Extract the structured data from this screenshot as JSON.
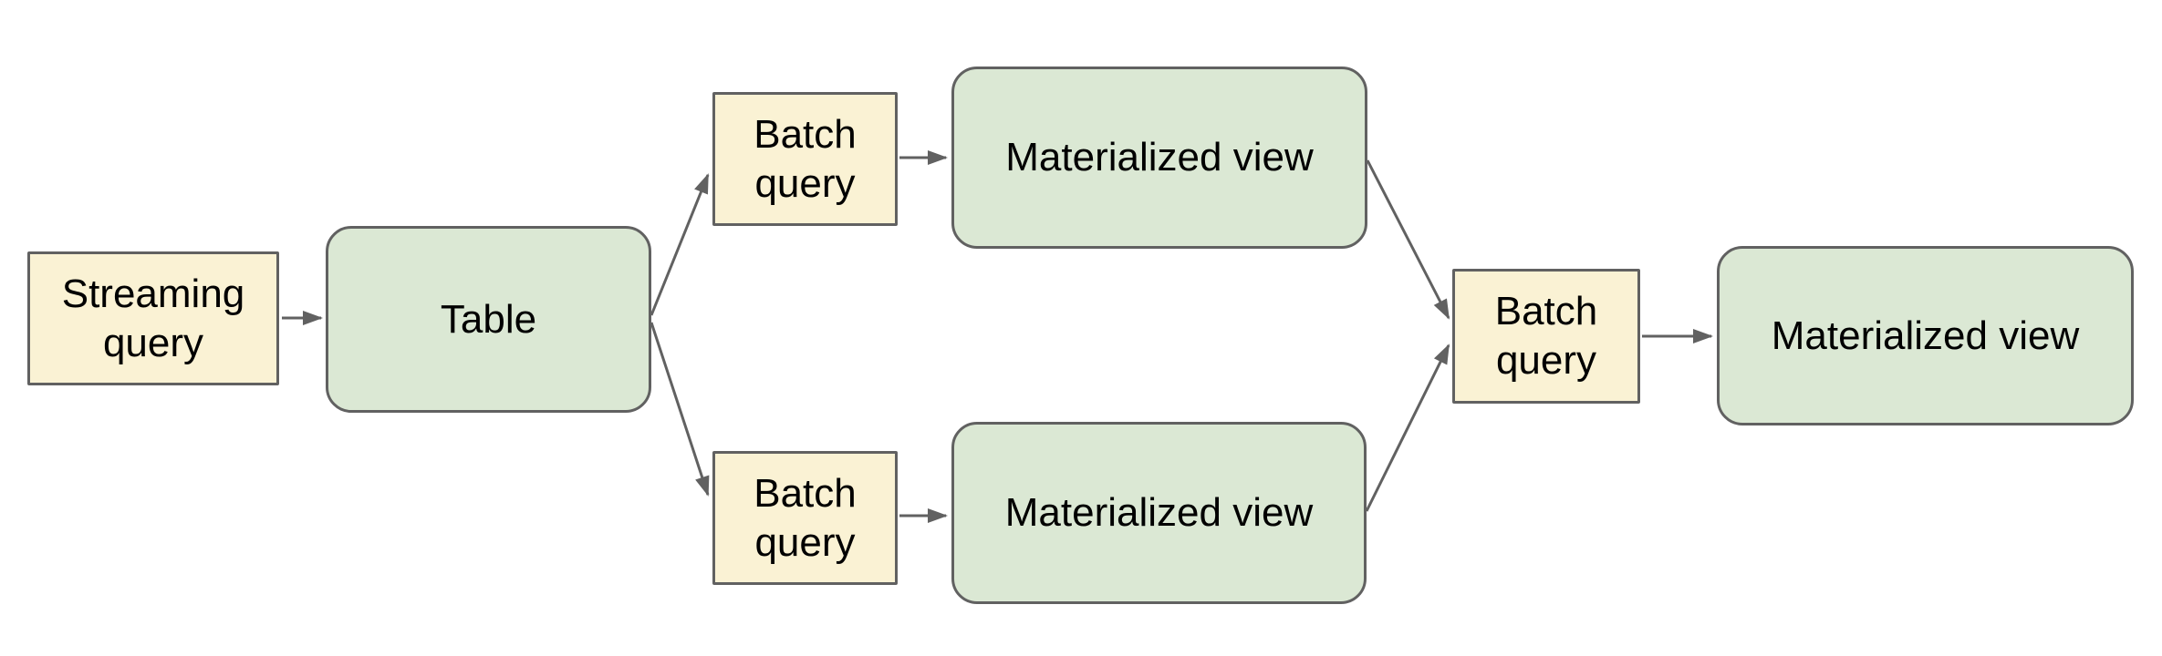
{
  "diagram": {
    "background_color": "#ffffff",
    "colors": {
      "query_node_fill": "#FAF2D4",
      "view_node_fill": "#DBE8D4",
      "node_border": "#616161",
      "connector": "#616161",
      "label_text": "#000000"
    },
    "nodes": [
      {
        "id": "streaming-query",
        "label": "Streaming query",
        "kind": "query"
      },
      {
        "id": "table",
        "label": "Table",
        "kind": "view"
      },
      {
        "id": "batch-query-top",
        "label": "Batch query",
        "kind": "query"
      },
      {
        "id": "materialized-view-top",
        "label": "Materialized view",
        "kind": "view"
      },
      {
        "id": "batch-query-bottom",
        "label": "Batch query",
        "kind": "query"
      },
      {
        "id": "materialized-view-bottom",
        "label": "Materialized view",
        "kind": "view"
      },
      {
        "id": "batch-query-final",
        "label": "Batch query",
        "kind": "query"
      },
      {
        "id": "materialized-view-final",
        "label": "Materialized view",
        "kind": "view"
      }
    ],
    "edges": [
      {
        "from": "streaming-query",
        "to": "table"
      },
      {
        "from": "table",
        "to": "batch-query-top"
      },
      {
        "from": "table",
        "to": "batch-query-bottom"
      },
      {
        "from": "batch-query-top",
        "to": "materialized-view-top"
      },
      {
        "from": "batch-query-bottom",
        "to": "materialized-view-bottom"
      },
      {
        "from": "materialized-view-top",
        "to": "batch-query-final"
      },
      {
        "from": "materialized-view-bottom",
        "to": "batch-query-final"
      },
      {
        "from": "batch-query-final",
        "to": "materialized-view-final"
      }
    ]
  }
}
